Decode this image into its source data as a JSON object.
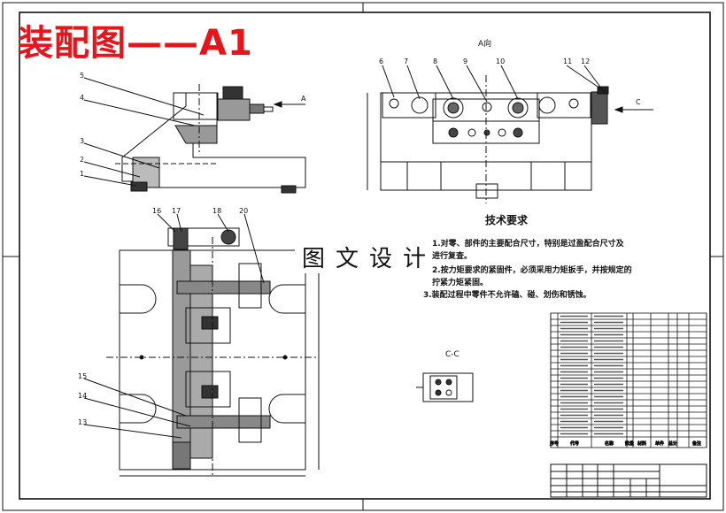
{
  "title": "装配图——A1",
  "watermark": "图文设计",
  "views": {
    "top_right": "A向",
    "section": "C-C",
    "arrow_a": "A",
    "arrow_c": "C"
  },
  "tech_requirements": {
    "heading": "技术要求",
    "lines": [
      "1.对零、部件的主要配合尺寸，特别是过盈配合尺寸及",
      "进行复查。",
      "2.按力矩要求的紧固件，必须采用力矩扳手，并按规定的",
      "拧紧力矩紧固。",
      "3.装配过程中零件不允许磕、碰、划伤和锈蚀。"
    ]
  },
  "balloons": {
    "left_top": [
      "5",
      "4",
      "3",
      "2",
      "1"
    ],
    "right_top": [
      "6",
      "7",
      "8",
      "9",
      "10",
      "11",
      "12"
    ],
    "bottom_top": [
      "16",
      "17",
      "18",
      "20"
    ],
    "bottom_left": [
      "15",
      "14",
      "13"
    ]
  },
  "bom_headers": [
    "序号",
    "代号",
    "名称",
    "数量",
    "材料",
    "单件",
    "总计",
    "备注"
  ],
  "bom_rows": 20,
  "colors": {
    "title": "#e8141c",
    "line": "#111111"
  }
}
